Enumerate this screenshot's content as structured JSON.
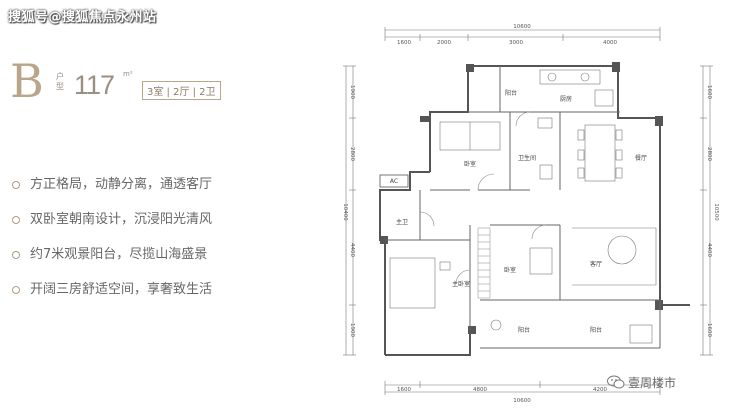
{
  "watermark": "搜狐号@搜狐焦点永州站",
  "unit_type": {
    "letter": "B",
    "type_word": "户型",
    "area": "117",
    "area_unit": "m²",
    "layout": "3室 | 2厅 | 2卫"
  },
  "features": [
    "方正格局，动静分离，通透客厅",
    "双卧室朝南设计，沉浸阳光清风",
    "约7米观景阳台，尽揽山海盛景",
    "开阔三房舒适空间，享奢致生活"
  ],
  "floor_plan": {
    "top_total": "10600",
    "top_segments": [
      "1600",
      "2000",
      "3000",
      "4000"
    ],
    "bottom_total": "10600",
    "bottom_segments": [
      "1600",
      "4800",
      "4200"
    ],
    "left_total": "10400",
    "left_segments": [
      "1900",
      "2800",
      "4400",
      "1900"
    ],
    "right_total": "10500",
    "right_segments": [
      "1600",
      "2800",
      "4400",
      "1600"
    ],
    "rooms": {
      "balcony_top": "阳台",
      "kitchen": "厨房",
      "bedroom_top": "卧室",
      "bathroom": "卫生间",
      "dining": "餐厅",
      "ac": "AC",
      "master_bath": "主卫",
      "bedroom_mid": "卧室",
      "living": "客厅",
      "master_bedroom": "主卧室",
      "balcony_bottom_left": "阳台",
      "balcony_bottom_right": "阳台"
    }
  },
  "brand": "壹周楼市",
  "colors": {
    "accent": "#b9a58a",
    "wall": "#555555",
    "text": "#666666"
  }
}
